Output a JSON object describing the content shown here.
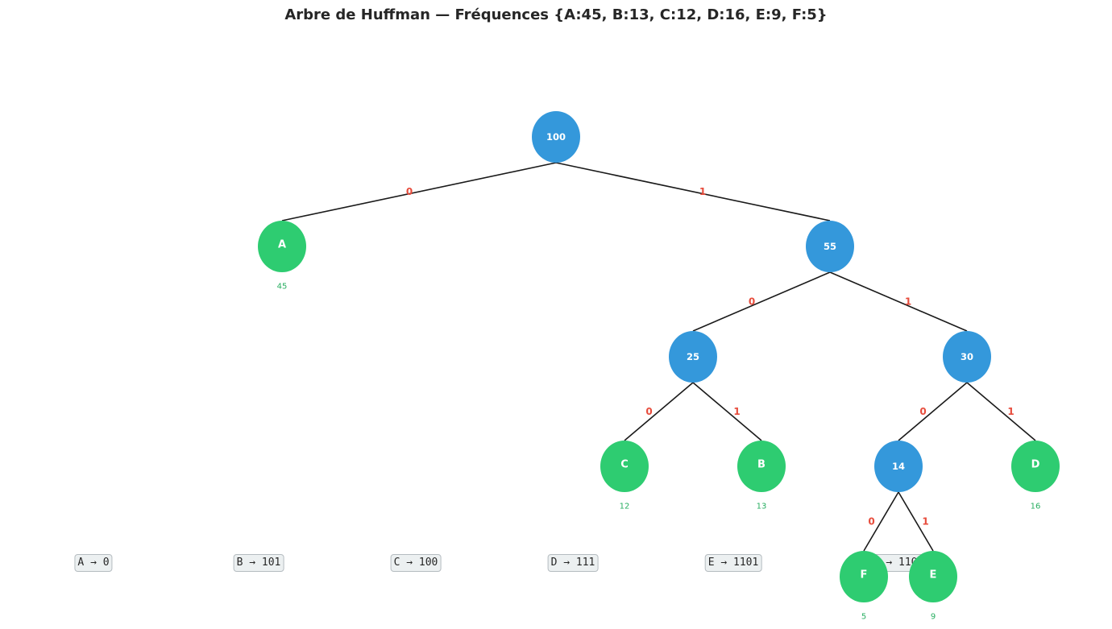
{
  "title": "Arbre de Huffman — Fréquences {A:45, B:13, C:12, D:16, E:9, F:5}",
  "colors": {
    "internal_node": "#3498db",
    "leaf_node": "#2ecc71",
    "leaf_freq_text": "#27ae60",
    "edge": "#1a1a1a",
    "edge_label": "#e74c3c",
    "node_text": "#ffffff"
  },
  "nodes": [
    {
      "id": "n100",
      "label": "100",
      "type": "internal"
    },
    {
      "id": "nA",
      "label": "A",
      "type": "leaf",
      "freq": "45"
    },
    {
      "id": "n55",
      "label": "55",
      "type": "internal"
    },
    {
      "id": "n25",
      "label": "25",
      "type": "internal"
    },
    {
      "id": "n30",
      "label": "30",
      "type": "internal"
    },
    {
      "id": "nC",
      "label": "C",
      "type": "leaf",
      "freq": "12"
    },
    {
      "id": "nB",
      "label": "B",
      "type": "leaf",
      "freq": "13"
    },
    {
      "id": "n14",
      "label": "14",
      "type": "internal"
    },
    {
      "id": "nD",
      "label": "D",
      "type": "leaf",
      "freq": "16"
    },
    {
      "id": "nF",
      "label": "F",
      "type": "leaf",
      "freq": "5"
    },
    {
      "id": "nE",
      "label": "E",
      "type": "leaf",
      "freq": "9"
    }
  ],
  "edges": [
    {
      "from": "n100",
      "to": "nA",
      "bit": "0"
    },
    {
      "from": "n100",
      "to": "n55",
      "bit": "1"
    },
    {
      "from": "n55",
      "to": "n25",
      "bit": "0"
    },
    {
      "from": "n55",
      "to": "n30",
      "bit": "1"
    },
    {
      "from": "n25",
      "to": "nC",
      "bit": "0"
    },
    {
      "from": "n25",
      "to": "nB",
      "bit": "1"
    },
    {
      "from": "n30",
      "to": "n14",
      "bit": "0"
    },
    {
      "from": "n30",
      "to": "nD",
      "bit": "1"
    },
    {
      "from": "n14",
      "to": "nF",
      "bit": "0"
    },
    {
      "from": "n14",
      "to": "nE",
      "bit": "1"
    }
  ],
  "codes": [
    {
      "text": "A → 0"
    },
    {
      "text": "B → 101"
    },
    {
      "text": "C → 100"
    },
    {
      "text": "D → 111"
    },
    {
      "text": "E → 1101"
    },
    {
      "text": "F → 1100"
    }
  ]
}
